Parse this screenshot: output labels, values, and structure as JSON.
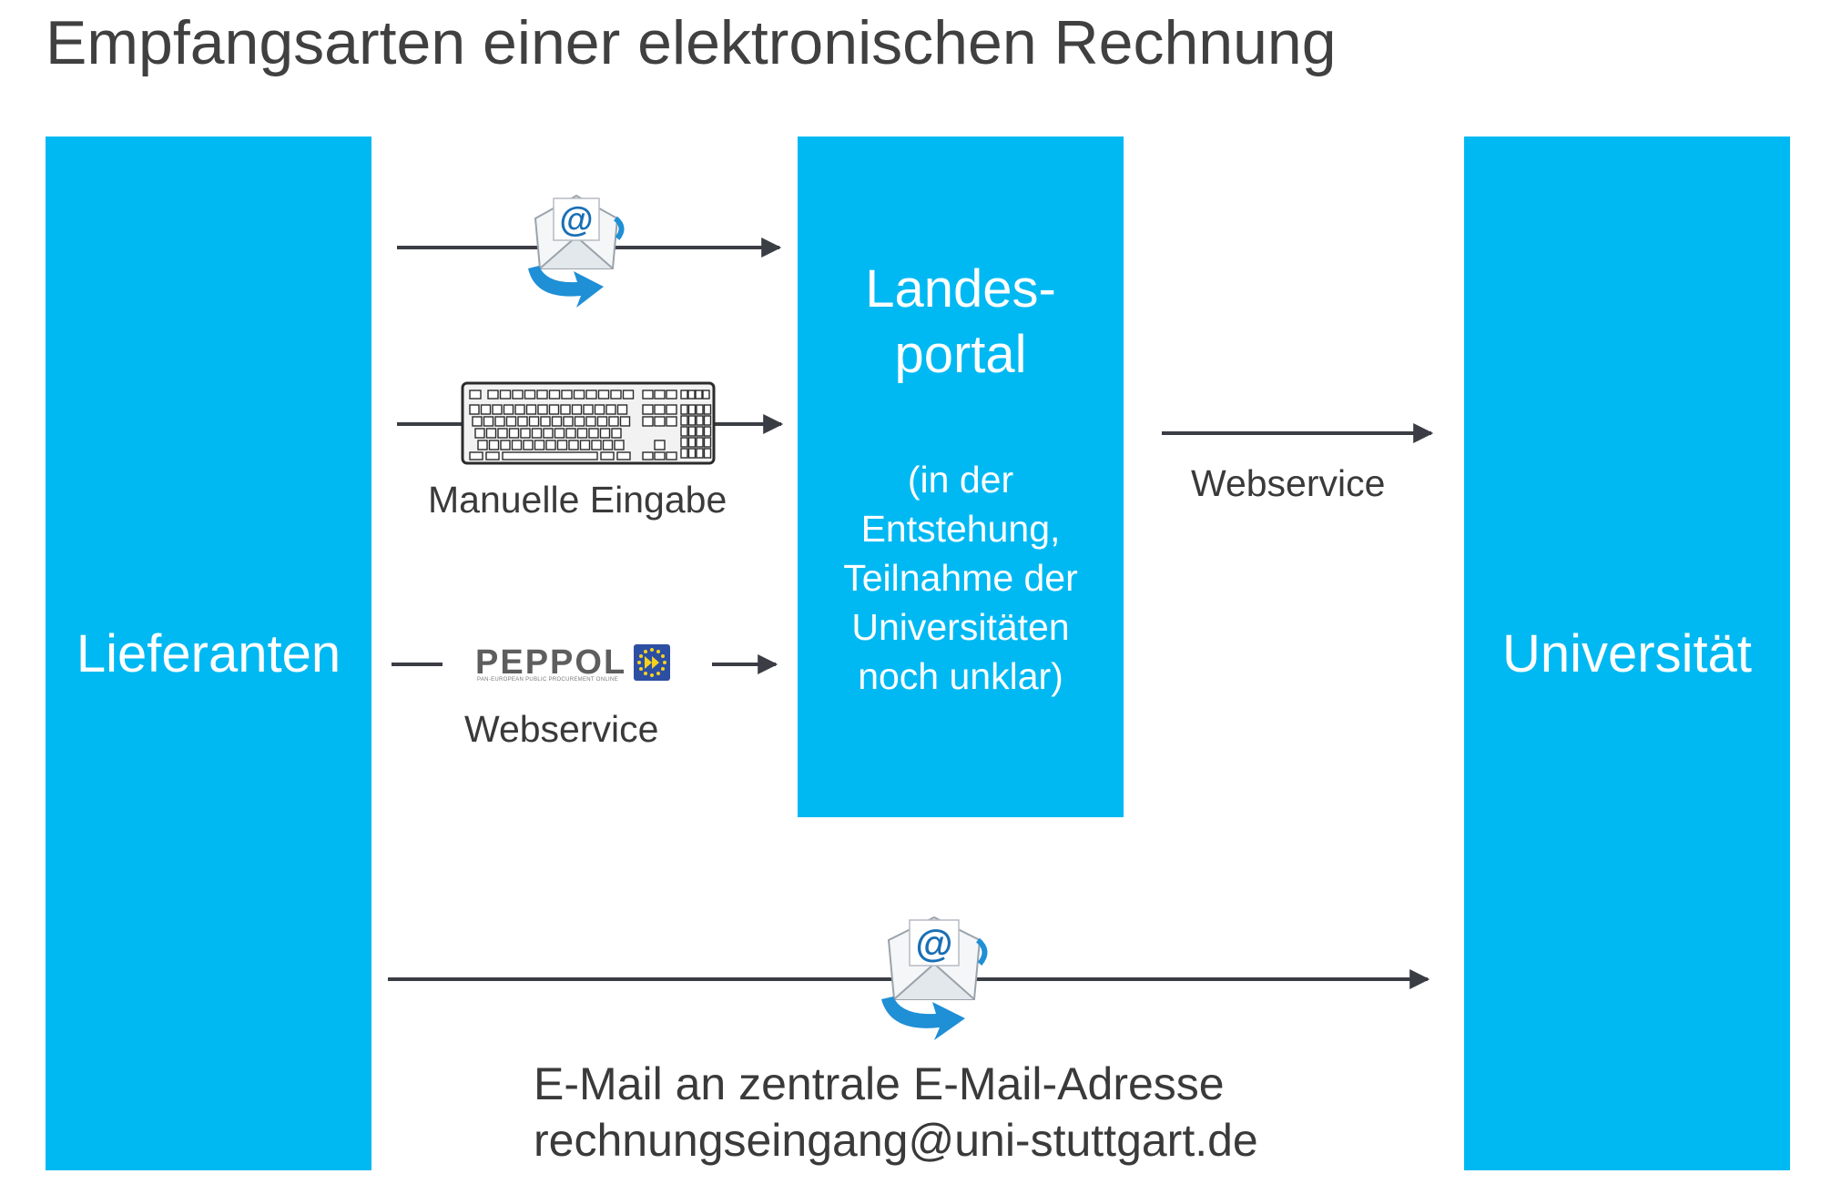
{
  "title": "Empfangsarten einer elektronischen Rechnung",
  "boxes": {
    "lieferanten": "Lieferanten",
    "landesportal_title_line1": "Landes-",
    "landesportal_title_line2": "portal",
    "landesportal_note_line1": "(in der",
    "landesportal_note_line2": "Entstehung,",
    "landesportal_note_line3": "Teilnahme der",
    "landesportal_note_line4": "Universitäten",
    "landesportal_note_line5": "noch unklar)",
    "universitaet": "Universität"
  },
  "labels": {
    "manual_input": "Manuelle Eingabe",
    "peppol_logo": "PEPPOL",
    "peppol_subtitle": "PAN-EUROPEAN PUBLIC PROCUREMENT ONLINE",
    "peppol_webservice": "Webservice",
    "portal_to_uni": "Webservice",
    "email_line1": "E-Mail an zentrale E-Mail-Adresse",
    "email_line2": "rechnungseingang@uni-stuttgart.de"
  },
  "colors": {
    "box_fill": "#00b9f2",
    "arrow": "#3a3d44",
    "text": "#3a3a3a"
  },
  "icons": [
    "email-icon",
    "keyboard-icon",
    "peppol-logo",
    "email-icon"
  ]
}
